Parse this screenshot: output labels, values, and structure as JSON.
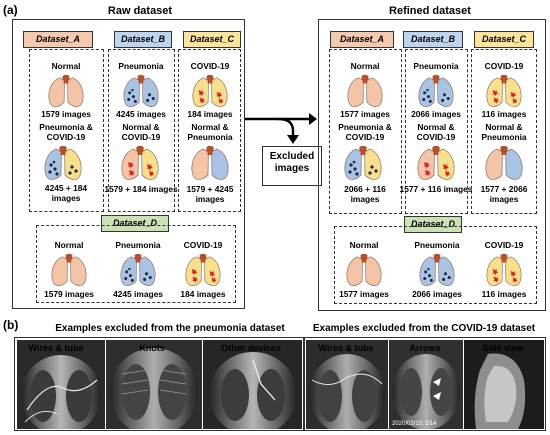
{
  "panel_a": {
    "label": "(a)",
    "raw": {
      "title": "Raw dataset",
      "dataset_a": {
        "name": "Dataset_A",
        "normal_label": "Normal",
        "normal_count": "1579 images",
        "mix_label": "Pneumonia & COVID-19",
        "mix_count": "4245 + 184 images"
      },
      "dataset_b": {
        "name": "Dataset_B",
        "pneu_label": "Pneumonia",
        "pneu_count": "4245 images",
        "mix_label": "Normal & COVID-19",
        "mix_count": "1579 + 184 images"
      },
      "dataset_c": {
        "name": "Dataset_C",
        "covid_label": "COVID-19",
        "covid_count": "184 images",
        "mix_label": "Normal & Pneumonia",
        "mix_count": "1579 + 4245 images"
      },
      "dataset_d": {
        "name": "Dataset_D",
        "normal_label": "Normal",
        "normal_count": "1579 images",
        "pneu_label": "Pneumonia",
        "pneu_count": "4245 images",
        "covid_label": "COVID-19",
        "covid_count": "184 images"
      }
    },
    "excluded": "Excluded images",
    "refined": {
      "title": "Refined dataset",
      "dataset_a": {
        "name": "Dataset_A",
        "normal_label": "Normal",
        "normal_count": "1577 images",
        "mix_label": "Pneumonia & COVID-19",
        "mix_count": "2066 + 116 images"
      },
      "dataset_b": {
        "name": "Dataset_B",
        "pneu_label": "Pneumonia",
        "pneu_count": "2066 images",
        "mix_label": "Normal & COVID-19",
        "mix_count": "1577 + 116 images"
      },
      "dataset_c": {
        "name": "Dataset_C",
        "covid_label": "COVID-19",
        "covid_count": "116 images",
        "mix_label": "Normal & Pneumonia",
        "mix_count": "1577 + 2066 images"
      },
      "dataset_d": {
        "name": "Dataset_D",
        "normal_label": "Normal",
        "normal_count": "1577 images",
        "pneu_label": "Pneumonia",
        "pneu_count": "2066 images",
        "covid_label": "COVID-19",
        "covid_count": "116 images"
      }
    }
  },
  "panel_b": {
    "label": "(b)",
    "pneumonia": {
      "title": "Examples excluded from the pneumonia dataset",
      "items": [
        "Wires & tube",
        "Knots",
        "Other devices"
      ]
    },
    "covid": {
      "title": "Examples excluded from the COVID-19 dataset",
      "items": [
        "Wires & tube",
        "Arrows",
        "Side view"
      ],
      "stamp": "2020/03/15, D14"
    }
  },
  "colors": {
    "tag_a": "#f4c9ad",
    "tag_b": "#bdd5ee",
    "tag_c": "#fbe59b",
    "tag_d": "#c9e3b6",
    "lung_normal": "#f3c4a6",
    "lung_pneu": "#a9c3e5",
    "lung_covid": "#f7df8c",
    "covid_spot": "#e8151b",
    "pneu_dot": "#1e2a3c",
    "trachea": "#b4502a"
  }
}
